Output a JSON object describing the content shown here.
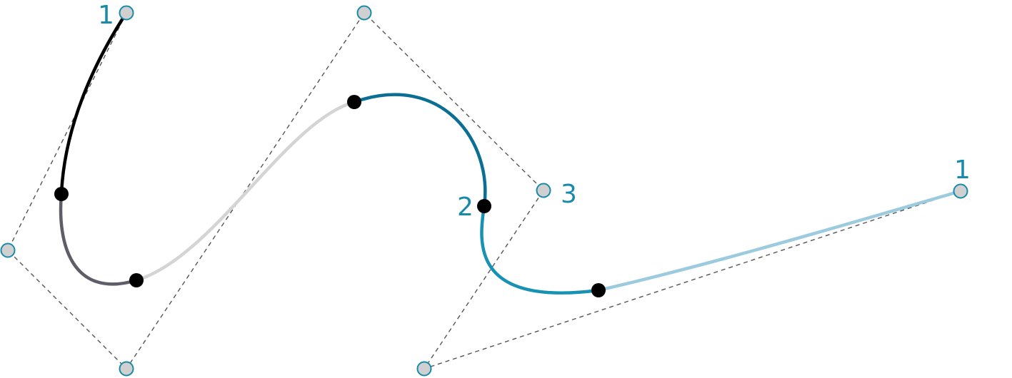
{
  "colors": {
    "control_point_fill": "#d0d0d0",
    "control_point_stroke": "#1a8aaa",
    "control_polygon": "#555555",
    "curve_point": "#000000",
    "label": "#1a8aaa",
    "segments": [
      "#000000",
      "#5e5e68",
      "#d4d4d4",
      "#0b6f94",
      "#1792b3",
      "#9ccadf"
    ]
  },
  "weight_labels": [
    {
      "text": "1"
    },
    {
      "text": "2"
    },
    {
      "text": "3"
    },
    {
      "text": "1"
    }
  ],
  "icons": {
    "control_point": "control-point-icon",
    "curve_point": "curve-point-icon"
  }
}
